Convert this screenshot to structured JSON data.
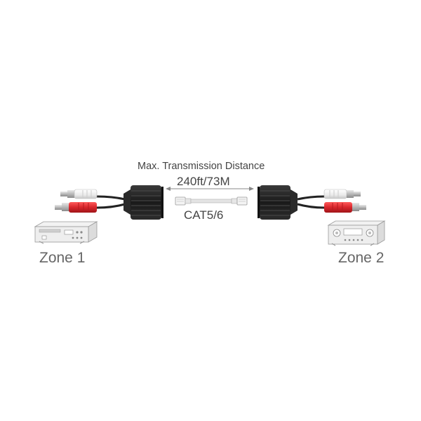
{
  "diagram": {
    "heading": "Max. Transmission Distance",
    "distance": "240ft/73M",
    "cable_type": "CAT5/6",
    "zone_left": "Zone 1",
    "zone_right": "Zone 2"
  },
  "colors": {
    "red_plug": "#d8262c",
    "white_plug": "#f2f2f2",
    "balun_body": "#1e1e1e",
    "cable": "#222222",
    "text": "#555555"
  },
  "icons": [
    "dvd-player-icon",
    "av-receiver-icon",
    "rca-plug-icon",
    "rj45-cable-icon",
    "balun-icon"
  ]
}
